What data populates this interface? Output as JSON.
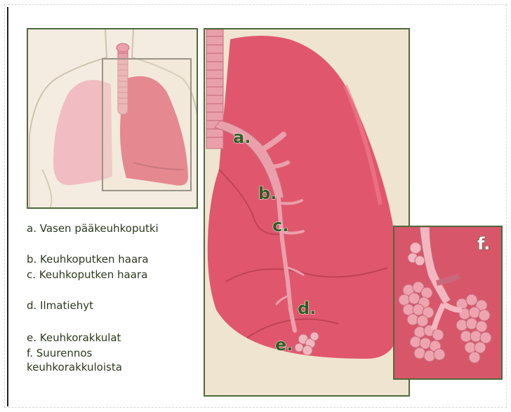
{
  "labels": {
    "a": "a.",
    "b": "b.",
    "c": "c.",
    "d": "d.",
    "e": "e.",
    "f": "f."
  },
  "legend": [
    {
      "key": "a",
      "text": "a. Vasen pääkeuhkoputki"
    },
    {
      "key": "b",
      "text": "b. Keuhkoputken haara"
    },
    {
      "key": "c",
      "text": "c. Keuhkoputken haara"
    },
    {
      "key": "d",
      "text": "d. Ilmatiehyt"
    },
    {
      "key": "e",
      "text": "e. Keuhkorakkulat"
    },
    {
      "key": "f",
      "text": "f.  Suurennos\n     keuhkorakkuloista"
    }
  ],
  "colors": {
    "lung": "#e0576d",
    "lung_dark": "#c8465c",
    "tissue_bg": "#efe4d0",
    "frame": "#4f6a3c",
    "label": "#2f5e25"
  }
}
